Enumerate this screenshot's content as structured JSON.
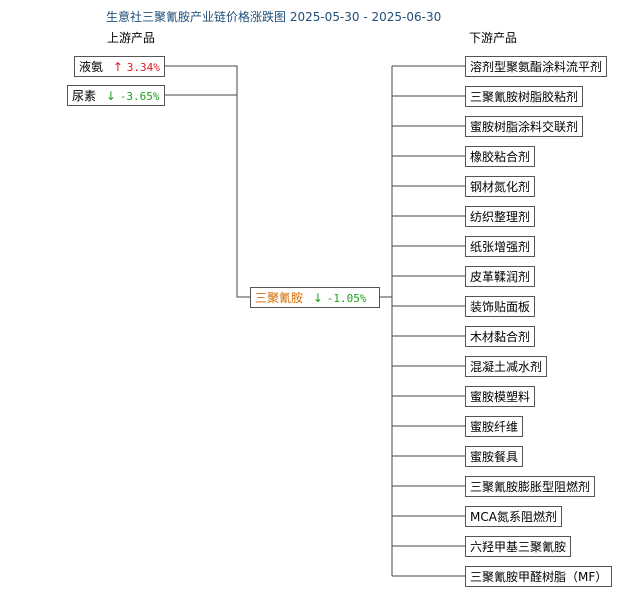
{
  "title": "生意社三聚氰胺产业链价格涨跌图 2025-05-30 - 2025-06-30",
  "upstream_header": "上游产品",
  "downstream_header": "下游产品",
  "upstream": [
    {
      "name": "液氨",
      "arrow": "↑",
      "change": "3.34%",
      "direction": "up"
    },
    {
      "name": "尿素",
      "arrow": "↓",
      "change": "-3.65%",
      "direction": "down"
    }
  ],
  "center": {
    "name": "三聚氰胺",
    "arrow": "↓",
    "change": "-1.05%",
    "direction": "down"
  },
  "downstream": [
    "溶剂型聚氨酯涂料流平剂",
    "三聚氰胺树脂胶粘剂",
    "蜜胺树脂涂料交联剂",
    "橡胶粘合剂",
    "钢材氮化剂",
    "纺织整理剂",
    "纸张增强剂",
    "皮革鞣润剂",
    "装饰贴面板",
    "木材黏合剂",
    "混凝土减水剂",
    "蜜胺模塑料",
    "蜜胺纤维",
    "蜜胺餐具",
    "三聚氰胺膨胀型阻燃剂",
    "MCA氮系阻燃剂",
    "六羟甲基三聚氰胺",
    "三聚氰胺甲醛树脂（MF）"
  ],
  "colors": {
    "up": "#e0181b",
    "down": "#1aa31a",
    "center": "#d46a00",
    "title": "#1f4e79"
  }
}
